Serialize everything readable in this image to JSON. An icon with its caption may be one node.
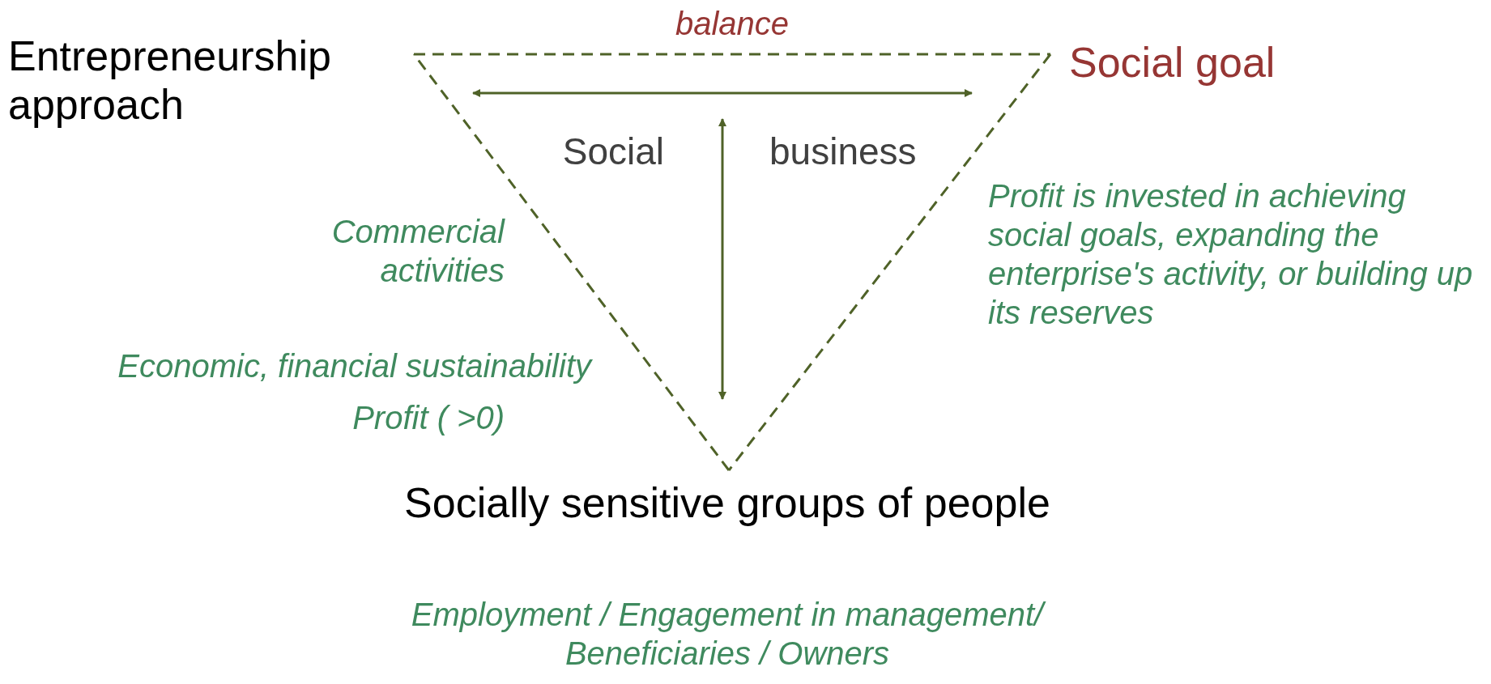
{
  "diagram": {
    "nodes": [
      {
        "text": [
          "Entrepreneurship approach"
        ]
      },
      {
        "text": [
          "Social goal"
        ]
      },
      {
        "text": [
          "Socially sensitive groups of people"
        ],
        "beside": [
          "Employment / Engagement in management/ Beneficiaries / Owners"
        ]
      }
    ],
    "edges": [
      {
        "from": 0,
        "to": 1,
        "arrow": "none",
        "style": "dashed",
        "label": "balance"
      },
      {
        "from": 1,
        "to": 2,
        "arrow": "none",
        "style": "dashed"
      },
      {
        "from": 2,
        "to": 0,
        "arrow": "none",
        "style": "dashed"
      }
    ],
    "labels": [
      "Social",
      "business",
      "Profit is invested in achieving social goals, expanding the enterprise's activity, or building up its reserves",
      "Commercial activities",
      "Economic, financial sustainability",
      "Profit ( >0)"
    ]
  }
}
